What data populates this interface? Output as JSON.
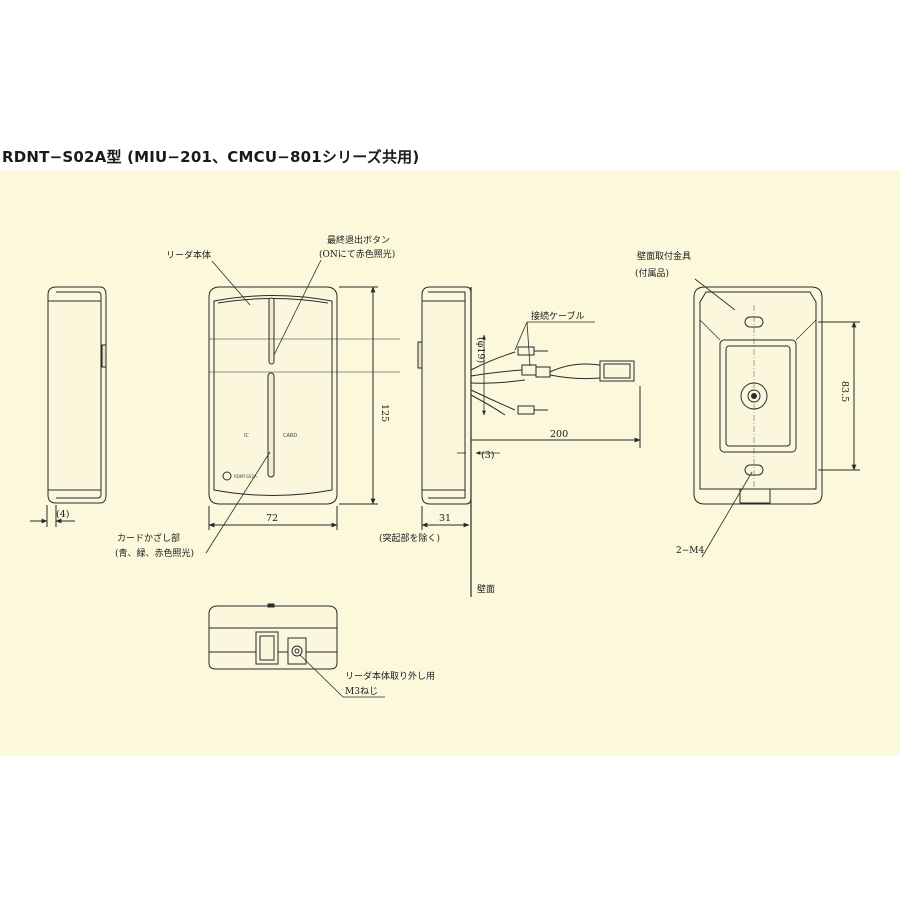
{
  "title": "RDNT−S02A型 (MIU−201、CMCU−801シリーズ共用)",
  "labels": {
    "reader_body": "リーダ本体",
    "exit_button_1": "最終退出ボタン",
    "exit_button_2": "(ONにて赤色照光)",
    "connection_cable": "接続ケーブル",
    "wall_bracket_1": "壁面取付金具",
    "wall_bracket_2": "(付属品)",
    "card_area_1": "カードかざし部",
    "card_area_2": "(青、緑、赤色照光)",
    "excl_protrusion": "(突起部を除く)",
    "wall_surface": "壁面",
    "removal_screw_1": "リーダ本体取り外し用",
    "removal_screw_2": "M3ねじ",
    "screw_spec": "2−M4",
    "ic_text": "IC",
    "card_text": "CARD",
    "brand_text": "RDNT-S02A"
  },
  "dimensions": {
    "width": "72",
    "height": "125",
    "depth": "31",
    "side_gap": "(4)",
    "cable_offset": "(3)",
    "cable_dia": "(φ19)",
    "cable_length": "200",
    "mount_pitch": "83.5"
  },
  "colors": {
    "panel_bg": "#fcf8dc",
    "line": "#2a2a2a",
    "device_fill": "#fbf7dc"
  }
}
